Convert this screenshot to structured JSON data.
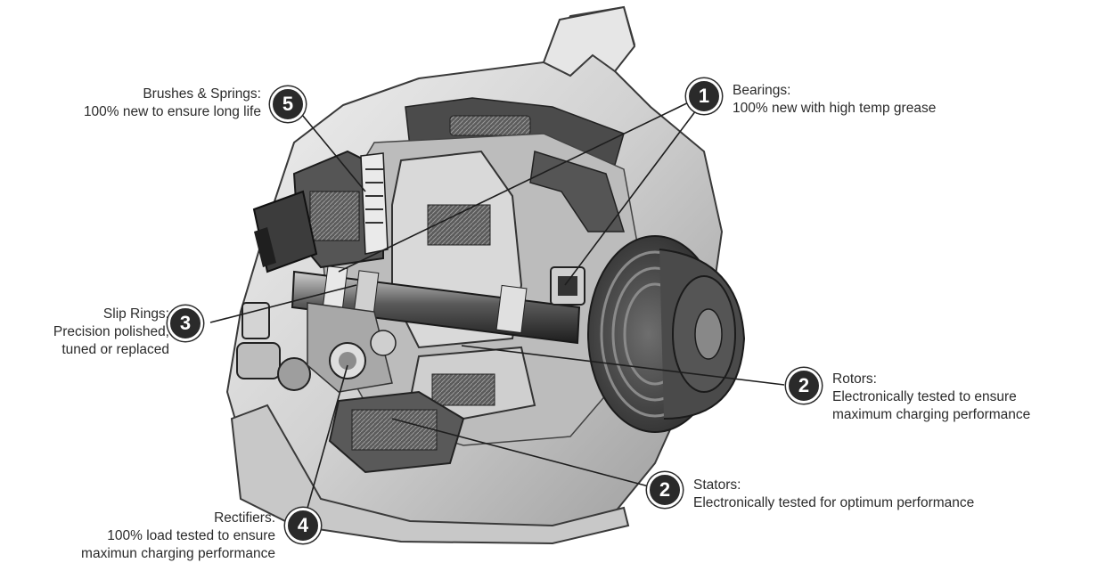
{
  "callouts": [
    {
      "id": "bearings",
      "number": "1",
      "title": "Bearings:",
      "lines": [
        "100% new with high temp grease"
      ]
    },
    {
      "id": "rotors",
      "number": "2",
      "title": "Rotors:",
      "lines": [
        "Electronically tested to ensure",
        "maximum charging performance"
      ]
    },
    {
      "id": "stators",
      "number": "2",
      "title": "Stators:",
      "lines": [
        "Electronically tested for optimum performance"
      ]
    },
    {
      "id": "slip-rings",
      "number": "3",
      "title": "Slip Rings:",
      "lines": [
        "Precision  polished,",
        "tuned or replaced"
      ]
    },
    {
      "id": "rectifiers",
      "number": "4",
      "title": "Rectifiers:",
      "lines": [
        "100% load tested to ensure",
        "maximun charging performance"
      ]
    },
    {
      "id": "brushes-springs",
      "number": "5",
      "title": "Brushes & Springs:",
      "lines": [
        "100% new to ensure long life"
      ]
    }
  ]
}
